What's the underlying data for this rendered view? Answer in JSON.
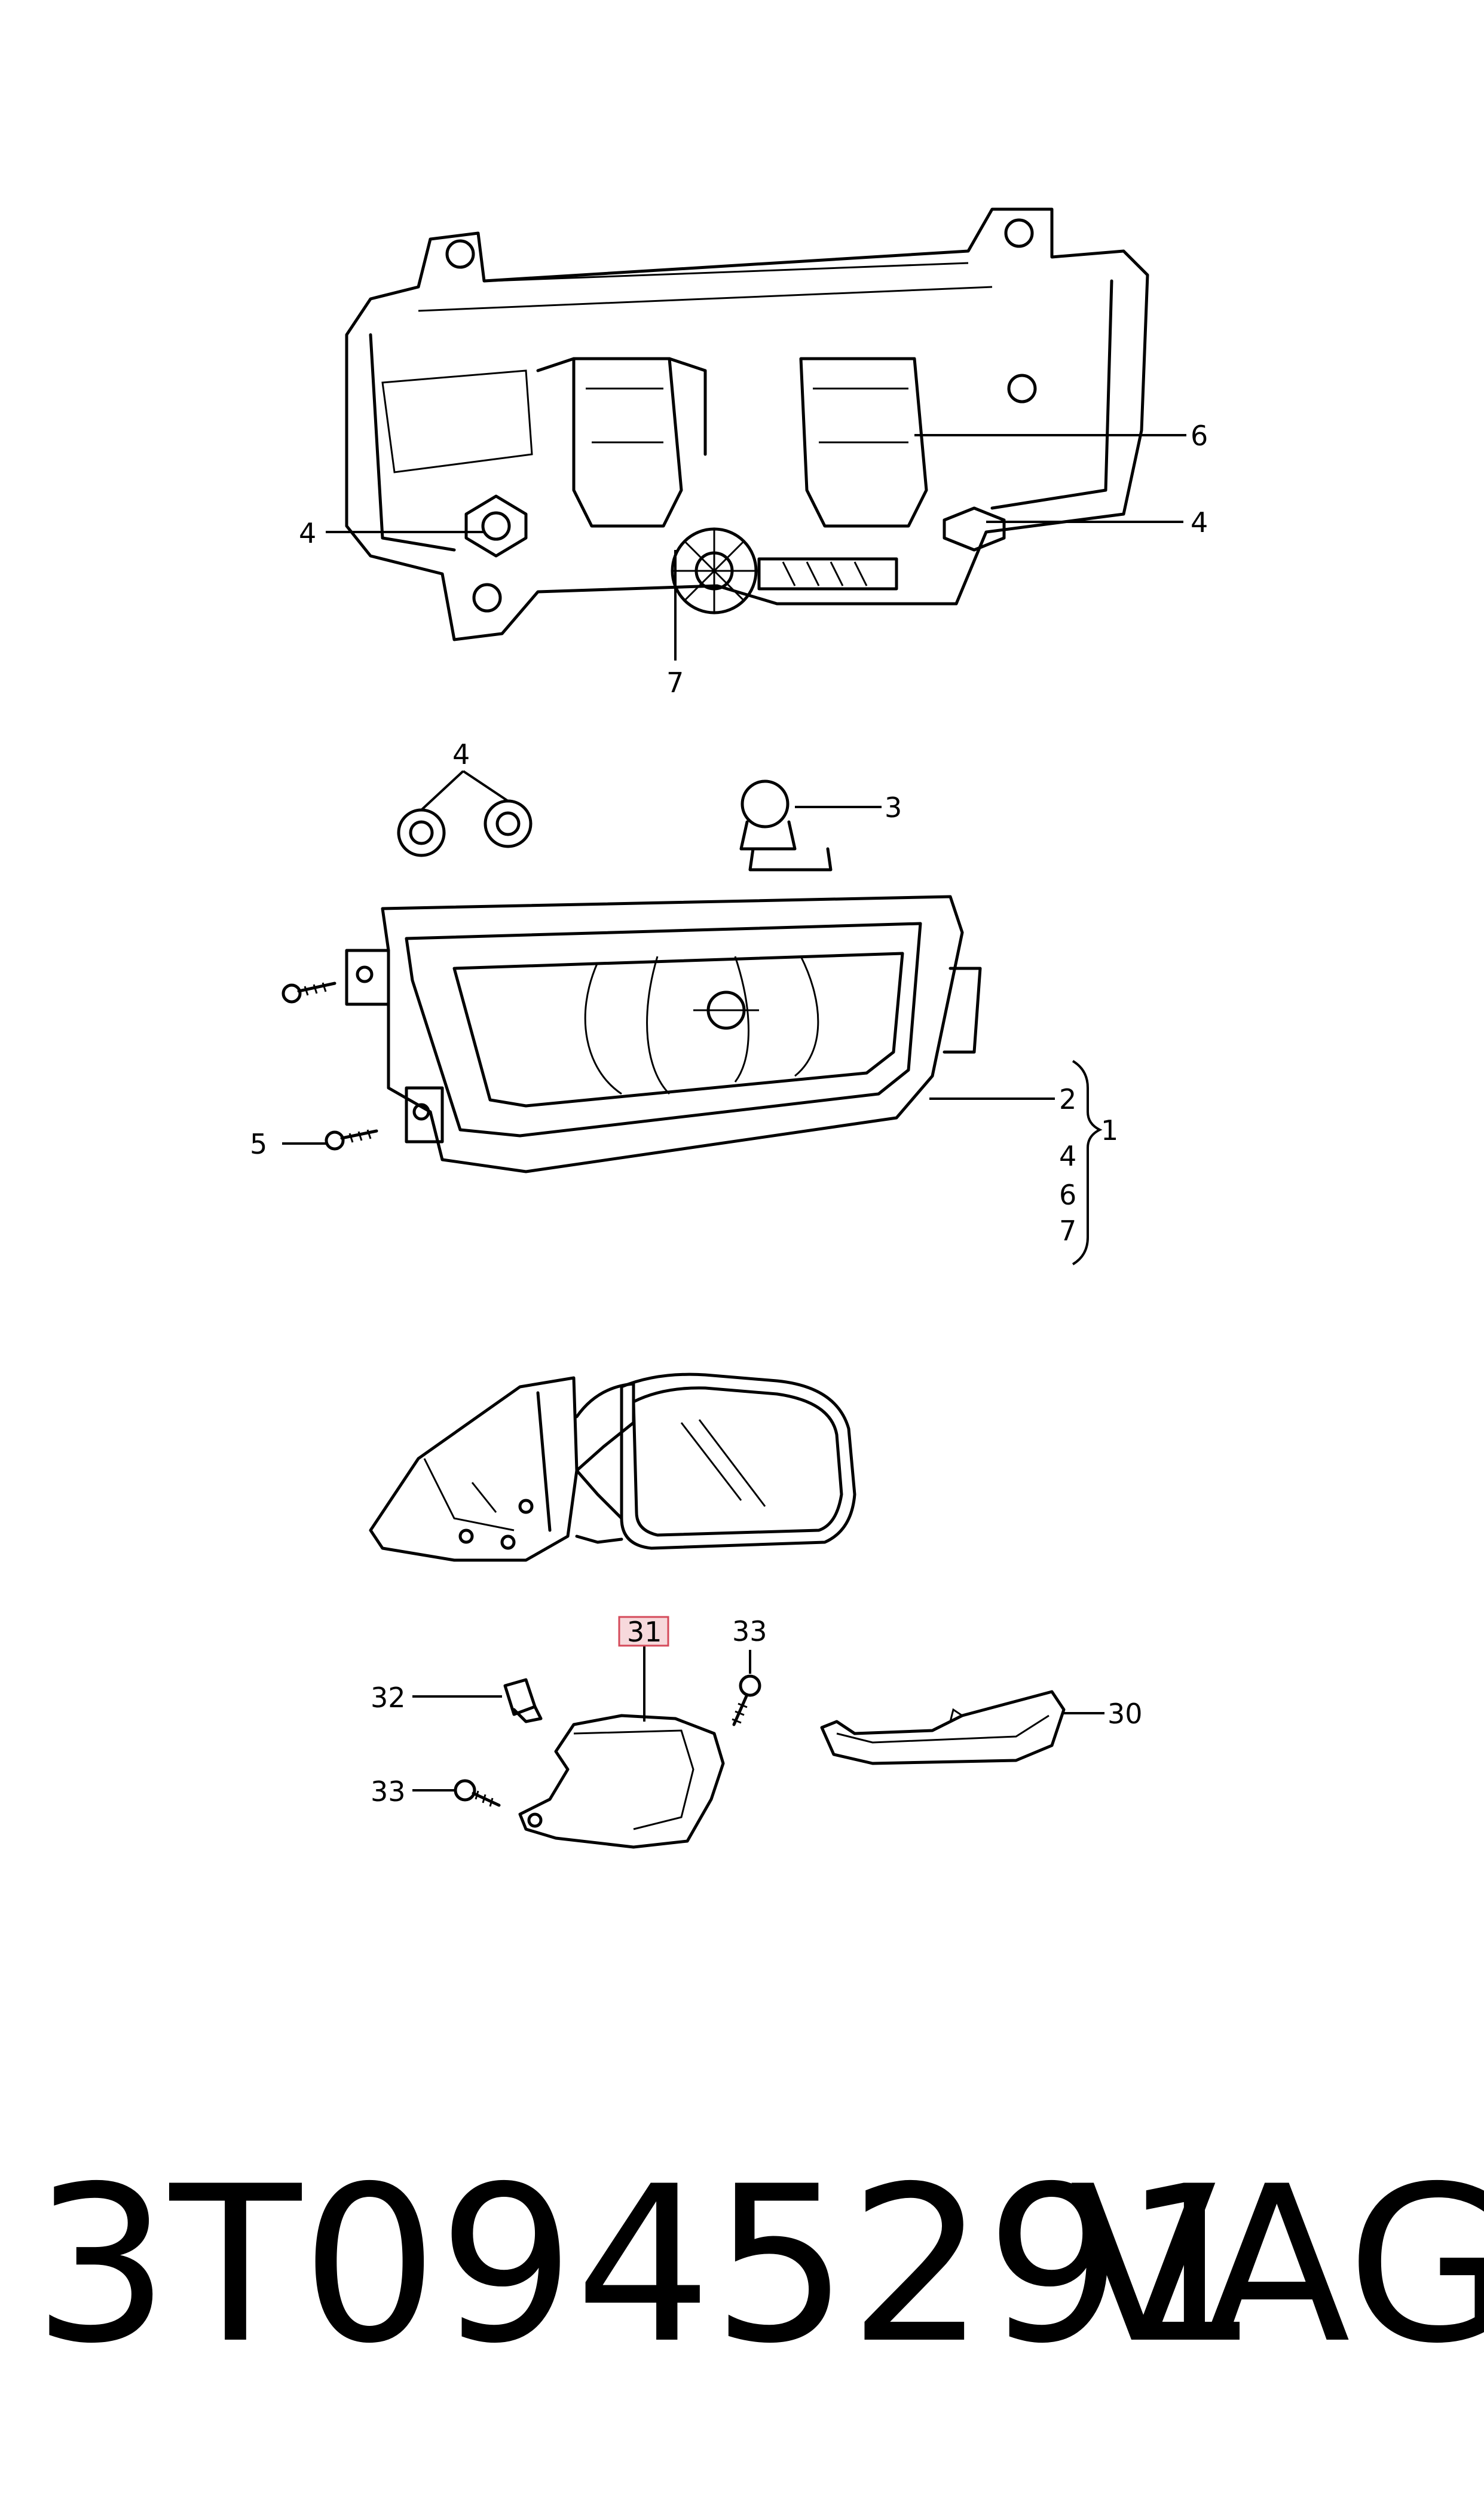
{
  "callouts": {
    "c6_top": "6",
    "c4_top_left": "4",
    "c4_top_right": "4",
    "c7_top": "7",
    "c4_rings": "4",
    "c3": "3",
    "c2": "2",
    "c1": "1",
    "c4_list": "4",
    "c6_list": "6",
    "c7_list": "7",
    "c5": "5",
    "c31": "31",
    "c33_top": "33",
    "c32": "32",
    "c33_bottom": "33",
    "c30": "30"
  },
  "highlight_color": "#f7d9dc",
  "caption": {
    "part_number": "3T0945291",
    "brand": "VAG"
  }
}
